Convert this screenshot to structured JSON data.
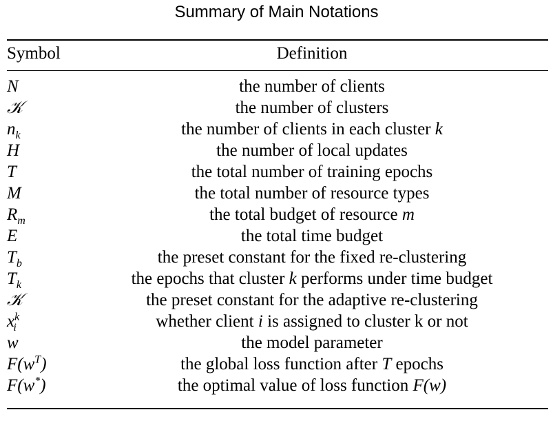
{
  "title": "Summary of Main Notations",
  "header": {
    "symbol": "Symbol",
    "definition": "Definition"
  },
  "rows": [
    {
      "sym": "N",
      "sub": "",
      "sup": "",
      "def_before": "the number of clients",
      "def_var": "",
      "def_after": ""
    },
    {
      "sym": "𝒦",
      "sub": "",
      "sup": "",
      "def_before": "the number of clusters",
      "def_var": "",
      "def_after": ""
    },
    {
      "sym": "n",
      "sub": "k",
      "sup": "",
      "def_before": "the number of clients in each cluster ",
      "def_var": "k",
      "def_after": ""
    },
    {
      "sym": "H",
      "sub": "",
      "sup": "",
      "def_before": "the number of local updates",
      "def_var": "",
      "def_after": ""
    },
    {
      "sym": "T",
      "sub": "",
      "sup": "",
      "def_before": "the total number of training epochs",
      "def_var": "",
      "def_after": ""
    },
    {
      "sym": "M",
      "sub": "",
      "sup": "",
      "def_before": "the total number of resource types",
      "def_var": "",
      "def_after": ""
    },
    {
      "sym": "R",
      "sub": "m",
      "sup": "",
      "def_before": "the total budget of resource ",
      "def_var": "m",
      "def_after": ""
    },
    {
      "sym": "E",
      "sub": "",
      "sup": "",
      "def_before": "the total time budget",
      "def_var": "",
      "def_after": ""
    },
    {
      "sym": "T",
      "sub": "b",
      "sup": "",
      "def_before": "the preset constant for the fixed re-clustering",
      "def_var": "",
      "def_after": ""
    },
    {
      "sym": "T",
      "sub": "k",
      "sup": "",
      "def_before": "the epochs that cluster ",
      "def_var": "k",
      "def_after": " performs under time budget"
    },
    {
      "sym": "𝒦",
      "sub": "",
      "sup": "",
      "def_before": "the preset constant for the adaptive re-clustering",
      "def_var": "",
      "def_after": ""
    },
    {
      "sym": "x",
      "sub": "i",
      "sup": "k",
      "def_before": "whether client ",
      "def_var": "i",
      "def_after": " is assigned to cluster k or not"
    },
    {
      "sym": "w",
      "sub": "",
      "sup": "",
      "def_before": "the model parameter",
      "def_var": "",
      "def_after": ""
    },
    {
      "sym": "F(w",
      "sub": "",
      "sup": "T",
      "sym_after": ")",
      "def_before": "the global loss function after ",
      "def_var": "T",
      "def_after": " epochs"
    },
    {
      "sym": "F(w",
      "sub": "",
      "sup": "*",
      "sym_after": ")",
      "def_before": "the optimal value of loss function ",
      "def_var": "F(w)",
      "def_after": ""
    }
  ]
}
